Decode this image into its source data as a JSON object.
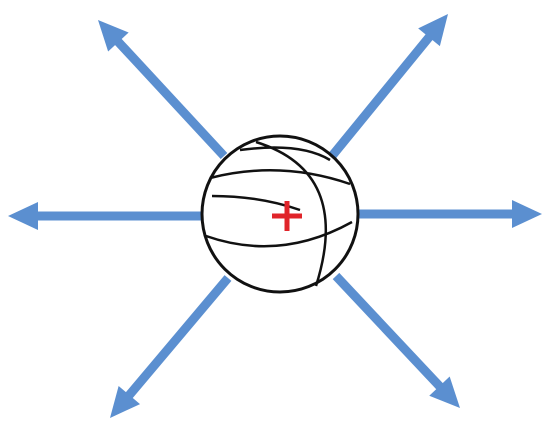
{
  "diagram": {
    "subject": "basketball",
    "center_marker": "plus",
    "arrow_count": 6,
    "arrow_directions": [
      "up-left",
      "up-right",
      "left",
      "right",
      "down-left",
      "down-right"
    ]
  },
  "colors": {
    "arrow": "#5b8fd0",
    "ball_outline": "#111111",
    "ball_fill": "#ffffff",
    "center_marker": "#e0242a",
    "background": "#ffffff"
  }
}
